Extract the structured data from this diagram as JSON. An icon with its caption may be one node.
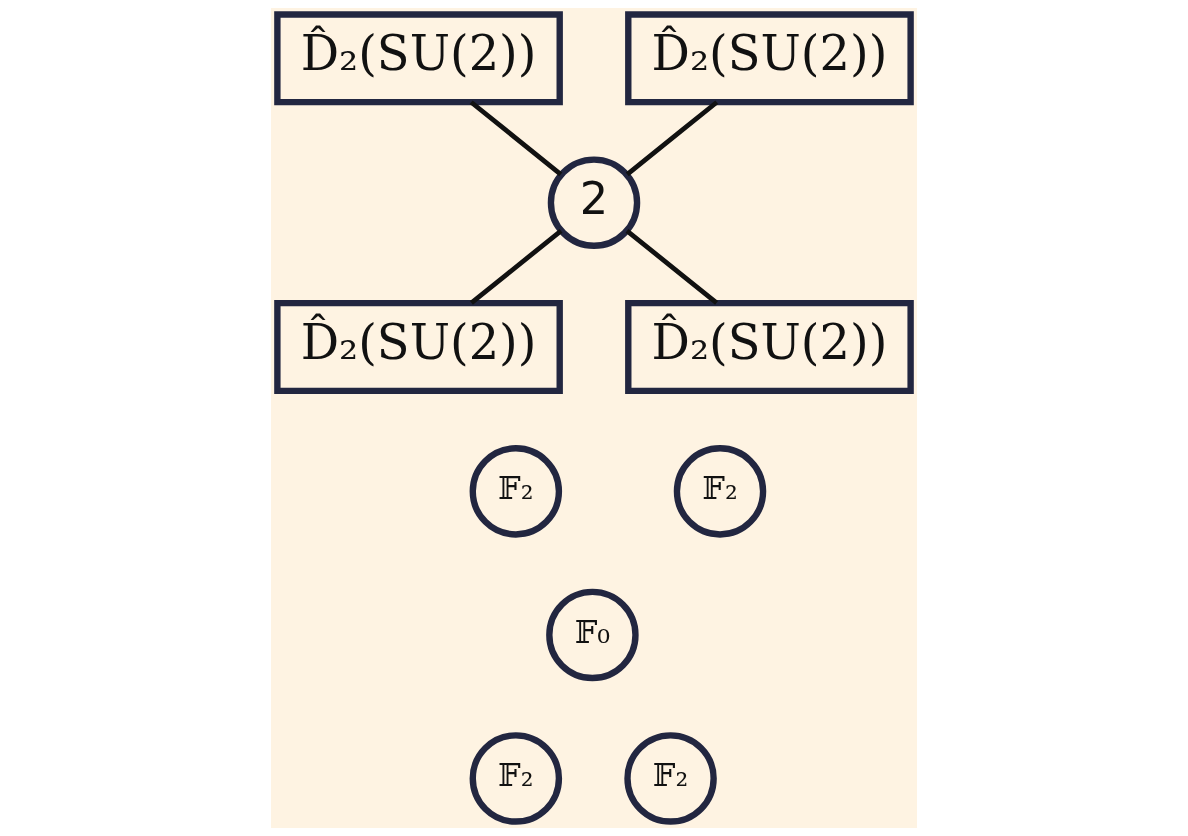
{
  "diagram": {
    "nodes": [
      {
        "text": [
          "D̂₂(SU(2))"
        ]
      },
      {
        "text": [
          "D̂₂(SU(2))"
        ]
      },
      {
        "text": [
          "2"
        ]
      },
      {
        "text": [
          "D̂₂(SU(2))"
        ]
      },
      {
        "text": [
          "D̂₂(SU(2))"
        ]
      },
      {
        "text": [
          "𝔽₂"
        ]
      },
      {
        "text": [
          "𝔽₂"
        ]
      },
      {
        "text": [
          "𝔽₀"
        ]
      },
      {
        "text": [
          "𝔽₂"
        ]
      },
      {
        "text": [
          "𝔽₂"
        ]
      }
    ],
    "edges": [
      {
        "from": 0,
        "to": 2,
        "arrow": "none"
      },
      {
        "from": 1,
        "to": 2,
        "arrow": "none"
      },
      {
        "from": 2,
        "to": 3,
        "arrow": "none"
      },
      {
        "from": 2,
        "to": 4,
        "arrow": "none"
      }
    ]
  }
}
